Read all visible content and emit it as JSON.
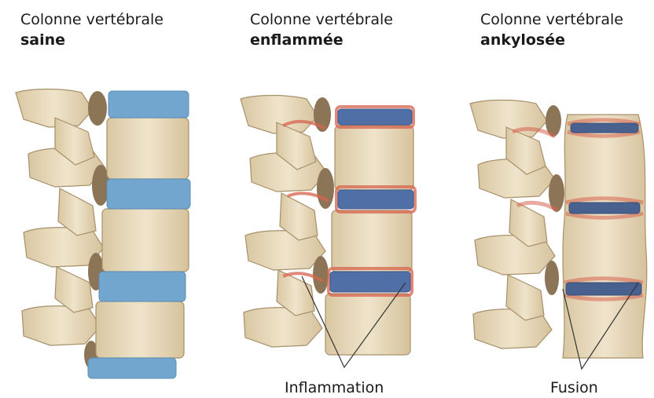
{
  "panels": [
    {
      "title": "Colonne vertébrale",
      "subtitle": "saine"
    },
    {
      "title": "Colonne vertébrale",
      "subtitle": "enflammée"
    },
    {
      "title": "Colonne vertébrale",
      "subtitle": "ankylosée"
    }
  ],
  "labels": {
    "inflammation": "Inflammation",
    "fusion": "Fusion"
  },
  "colors": {
    "bone": "#ece0c4",
    "bone_shadow": "#c9b48f",
    "bone_outline": "#a8906a",
    "disc_healthy": "#72a6cf",
    "disc_inflamed": "#4f6fa6",
    "disc_fused": "#48618f",
    "inflammation": "#d8644f"
  },
  "icons": [
    "healthy-spine-illustration",
    "inflamed-spine-illustration",
    "ankylosed-spine-illustration"
  ]
}
